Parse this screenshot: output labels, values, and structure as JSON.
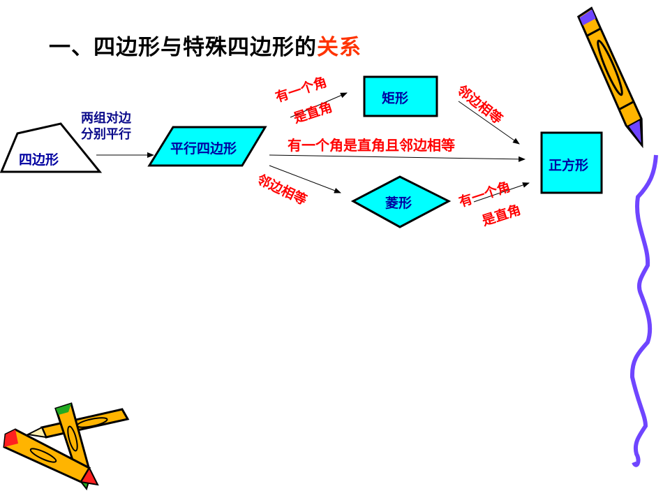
{
  "title": {
    "main": "一、四边形与特殊四边形的",
    "highlight": "关系",
    "highlight_color": "#ff3300"
  },
  "nodes": {
    "quadrilateral": "四边形",
    "parallelogram": "平行四边形",
    "rectangle": "矩形",
    "rhombus": "菱形",
    "square": "正方形"
  },
  "edges": {
    "quad_to_para_line1": "两组对边",
    "quad_to_para_line2": "分别平行",
    "para_to_rect_line1": "有一个角",
    "para_to_rect_line2": "是直角",
    "rect_to_square": "邻边相等",
    "para_to_square": "有一个角是直角且邻边相等",
    "para_to_rhombus": "邻边相等",
    "rhombus_to_square_line1": "有一个角",
    "rhombus_to_square_line2": "是直角"
  },
  "colors": {
    "node_fill": "#00ffff",
    "node_text": "#0000a0",
    "condition_text": "#ff0000",
    "wavy_line": "#6f45ff",
    "pencil_body": "#ffb400"
  },
  "icons": [
    "pencil-icon",
    "crossed-pencils-icon",
    "wavy-line-decoration"
  ]
}
